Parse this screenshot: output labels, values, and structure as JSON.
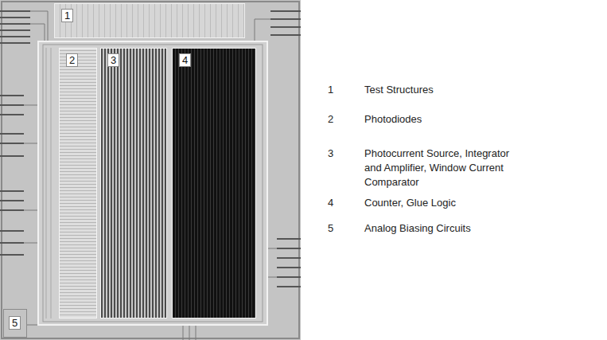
{
  "diagram": {
    "nodes": [
      {
        "text": [
          "1"
        ]
      },
      {
        "text": [
          "2"
        ]
      },
      {
        "text": [
          "3"
        ]
      },
      {
        "text": [
          "4"
        ]
      },
      {
        "text": [
          "5"
        ]
      }
    ],
    "labels": [
      "1",
      "Test Structures",
      "2",
      "Photodiodes",
      "3",
      "Photocurrent Source, Integrator and Amplifier, Window Current Comparator",
      "4",
      "Counter, Glue Logic",
      "5",
      "Analog Biasing Circuits"
    ]
  }
}
